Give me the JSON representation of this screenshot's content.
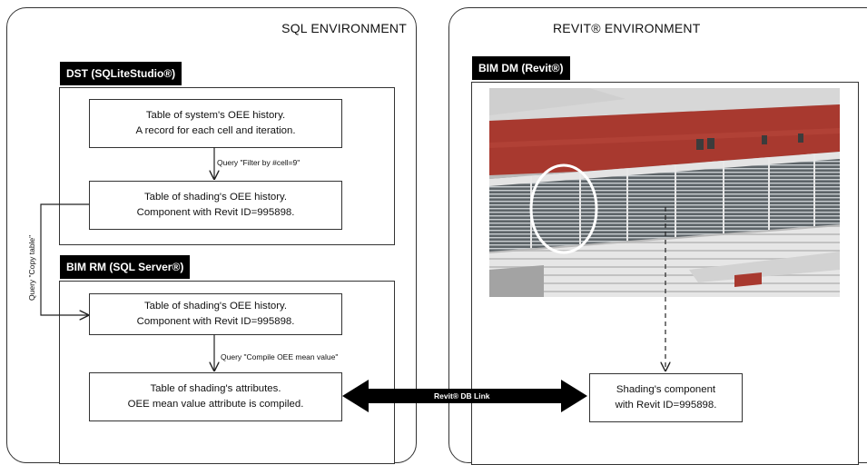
{
  "environments": {
    "sql": {
      "title": "SQL ENVIRONMENT"
    },
    "revit": {
      "title": "REVIT® ENVIRONMENT"
    }
  },
  "panels": {
    "dst": {
      "label": "DST (SQLiteStudio®)"
    },
    "bim_rm": {
      "label": "BIM RM (SQL Server®)"
    },
    "bim_dm": {
      "label": "BIM DM (Revit®)"
    }
  },
  "boxes": {
    "dst_table": {
      "line1": "Table of system's OEE history.",
      "line2": "A record for each cell and iteration."
    },
    "dst_shading": {
      "line1": "Table of shading's OEE history.",
      "line2": "Component with Revit ID=995898."
    },
    "rm_shading": {
      "line1": "Table of shading's OEE history.",
      "line2": "Component with Revit ID=995898."
    },
    "rm_attributes": {
      "line1": "Table of shading's attributes.",
      "line2": "OEE mean value attribute is compiled."
    },
    "revit_component": {
      "line1": "Shading's component",
      "line2": "with Revit ID=995898."
    }
  },
  "queries": {
    "filter": "Query \"Filter by #cell=9\"",
    "copy": "Query \"Copy table\"",
    "compile": "Query \"Compile OEE mean value\""
  },
  "link": {
    "label": "Revit® DB Link"
  }
}
